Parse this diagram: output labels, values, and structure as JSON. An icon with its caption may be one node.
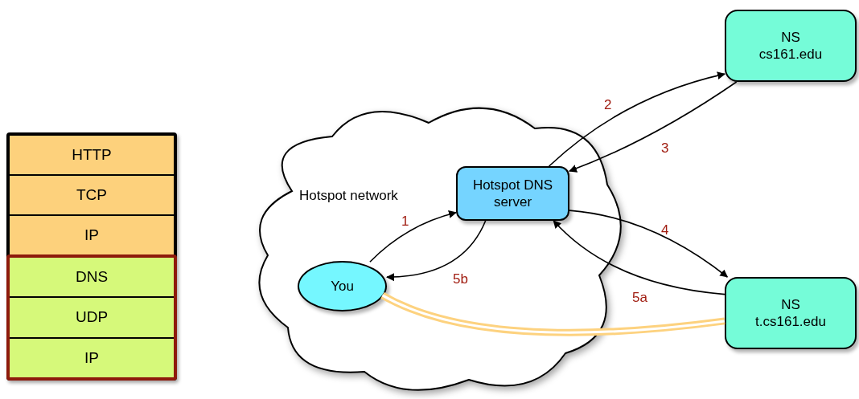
{
  "diagram": {
    "nodes": [
      {
        "text": [],
        "shape": "box"
      },
      {
        "text": [
          "HTTP"
        ],
        "in": 0
      },
      {
        "text": [
          "TCP"
        ],
        "in": 0
      },
      {
        "text": [
          "IP"
        ],
        "in": 0
      },
      {
        "text": [],
        "shape": "box",
        "in": 0
      },
      {
        "text": [
          "DNS"
        ],
        "in": 4
      },
      {
        "text": [
          "UDP"
        ],
        "in": 4
      },
      {
        "text": [
          "IP"
        ],
        "in": 4
      },
      {
        "text": [
          "Hotspot network"
        ]
      },
      {
        "text": [
          "Hotspot DNS server"
        ],
        "in": 8
      },
      {
        "text": [
          "You"
        ],
        "in": 8
      },
      {
        "text": [
          "NS cs161.edu"
        ]
      },
      {
        "text": [
          "NS t.cs161.edu"
        ]
      }
    ],
    "edges": [
      {
        "from": 10,
        "to": 9,
        "arrow": "to",
        "label": "1"
      },
      {
        "from": 9,
        "to": 11,
        "arrow": "to",
        "label": "2"
      },
      {
        "from": 11,
        "to": 9,
        "arrow": "to",
        "label": "3"
      },
      {
        "from": 9,
        "to": 12,
        "arrow": "to",
        "label": "4"
      },
      {
        "from": 12,
        "to": 9,
        "arrow": "to",
        "label": "5a"
      },
      {
        "from": 9,
        "to": 10,
        "arrow": "to",
        "label": "5b"
      },
      {
        "from": 10,
        "to": 12,
        "arrow": "none",
        "style": "thick",
        "color": "#fdd27f"
      }
    ]
  }
}
